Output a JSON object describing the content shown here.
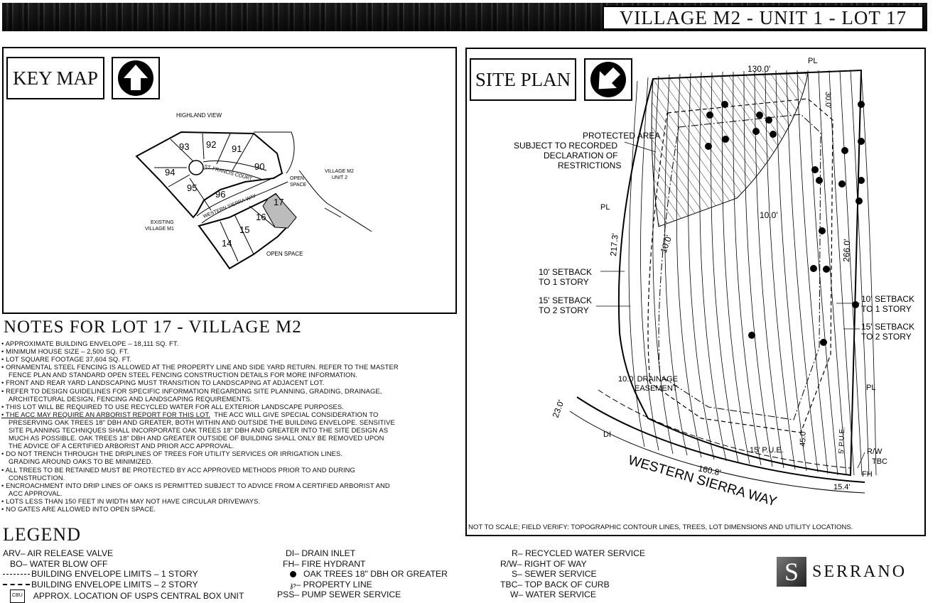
{
  "title": "VILLAGE M2 - UNIT 1 - LOT 17",
  "key_map": {
    "label": "KEY MAP",
    "labels": {
      "highland": "HIGHLAND VIEW",
      "court": "ST. FRANCIS COURT",
      "way": "WESTERN SIERRA WAY",
      "open_space_1": "OPEN",
      "open_space_2": "SPACE",
      "village_m2_1": "VILLAGE M2",
      "village_m2_2": "UNIT 2",
      "existing_1": "EXISTING",
      "existing_2": "VILLAGE M1",
      "open_space_bottom": "OPEN SPACE"
    },
    "lots": [
      "93",
      "92",
      "91",
      "90",
      "94",
      "95",
      "96",
      "17",
      "16",
      "15",
      "14"
    ]
  },
  "site_plan": {
    "label": "SITE PLAN",
    "annotations": {
      "protected_1": "PROTECTED AREA",
      "protected_2": "SUBJECT TO RECORDED",
      "protected_3": "DECLARATION OF",
      "protected_4": "RESTRICTIONS",
      "setback10_l1": "10' SETBACK",
      "setback10_l2": "TO 1 STORY",
      "setback15_l1": "15' SETBACK",
      "setback15_l2": "TO 2 STORY",
      "setback10_r1": "10' SETBACK",
      "setback10_r2": "TO 1 STORY",
      "setback15_r1": "15' SETBACK",
      "setback15_r2": "TO 2 STORY",
      "dim_130": "130.0'",
      "dim_30": "30.0'",
      "dim_217": "217.3'",
      "dim_266": "266.0'",
      "dim_10a": "10.0'",
      "dim_10b": "10.0'",
      "dim_23": "23.0'",
      "dim_160": "160.8'",
      "dim_15": "15.4'",
      "dim_45": "45.0'",
      "pue_15": "15' P.U.E.",
      "pue_5": "5' P.U.E.",
      "drainage_1": "10.0' DRAINAGE",
      "drainage_2": "EASEMENT",
      "pl_1": "PL",
      "pl_2": "PL",
      "pl_3": "PL",
      "di": "DI",
      "rw": "R/W",
      "tbc": "TBC",
      "fh": "FH",
      "street": "WESTERN SIERRA WAY"
    },
    "footnote": "NOT TO SCALE; FIELD VERIFY: TOPOGRAPHIC CONTOUR LINES, TREES, LOT DIMENSIONS AND UTILITY LOCATIONS."
  },
  "notes": {
    "title": "NOTES FOR LOT 17 - VILLAGE M2",
    "lines": [
      "• APPROXIMATE BUILDING ENVELOPE – 18,111 SQ. FT.",
      "• MINIMUM HOUSE SIZE – 2,500 SQ. FT.",
      "• LOT SQUARE FOOTAGE 37,604 SQ. FT.",
      "• ORNAMENTAL STEEL FENCING IS ALLOWED AT THE PROPERTY LINE AND SIDE YARD RETURN.  REFER TO THE MASTER",
      "FENCE PLAN AND STANDARD OPEN STEEL FENCING CONSTRUCTION DETAILS FOR MORE INFORMATION.",
      "• FRONT AND REAR YARD LANDSCAPING MUST TRANSITION TO LANDSCAPING AT ADJACENT LOT.",
      "• REFER TO DESIGN GUIDELINES FOR SPECIFIC INFORMATION REGARDING SITE PLANNING, GRADING, DRAINAGE,",
      "ARCHITECTURAL DESIGN, FENCING AND LANDSCAPING REQUIREMENTS.",
      "• THIS LOT WILL BE REQUIRED TO USE RECYCLED WATER FOR ALL EXTERIOR LANDSCAPE PURPOSES.",
      "• THE ACC MAY REQUIRE AN ARBORIST REPORT FOR THIS LOT.",
      "THE ACC WILL GIVE SPECIAL CONSIDERATION TO",
      "PRESERVING OAK TREES 18\" DBH AND GREATER, BOTH WITHIN AND OUTSIDE THE BUILDING ENVELOPE.  SENSITIVE",
      "SITE PLANNING TECHNIQUES SHALL INCORPORATE OAK TREES 18\" DBH AND GREATER INTO THE SITE DESIGN AS",
      "MUCH AS POSSIBLE.  OAK TREES 18\" DBH AND GREATER OUTSIDE OF BUILDING SHALL ONLY BE REMOVED UPON",
      "THE ADVICE OF A CERTIFIED ARBORIST AND PRIOR ACC APPROVAL.",
      "• DO NOT TRENCH THROUGH THE DRIPLINES OF TREES FOR UTILITY SERVICES OR IRRIGATION LINES.",
      "GRADING AROUND OAKS TO BE MINIMIZED.",
      "• ALL TREES TO BE RETAINED MUST BE PROTECTED BY ACC APPROVED METHODS PRIOR TO AND DURING",
      "CONSTRUCTION.",
      "• ENCROACHMENT INTO DRIP LINES OF OAKS IS PERMITTED SUBJECT TO ADVICE FROM A CERTIFIED ARBORIST AND",
      "ACC APPROVAL.",
      "• LOTS LESS THAN 150 FEET IN WIDTH MAY NOT HAVE CIRCULAR DRIVEWAYS.",
      "• NO GATES ARE ALLOWED INTO OPEN SPACE."
    ]
  },
  "legend": {
    "title": "LEGEND",
    "col1": [
      "ARV– AIR RELEASE VALVE",
      "BO– WATER BLOW OFF",
      "BUILDING ENVELOPE LIMITS – 1 STORY",
      "BUILDING ENVELOPE LIMITS – 2 STORY",
      "APPROX. LOCATION OF USPS CENTRAL BOX UNIT"
    ],
    "csu_label": "CBU",
    "col2": [
      "DI– DRAIN INLET",
      "FH– FIRE HYDRANT",
      "OAK TREES 18\" DBH OR GREATER",
      "℘– PROPERTY LINE",
      "PSS– PUMP SEWER SERVICE"
    ],
    "col3": [
      "R– RECYCLED WATER SERVICE",
      "R/W– RIGHT OF WAY",
      "S– SEWER SERVICE",
      "TBC– TOP BACK OF CURB",
      "W– WATER SERVICE"
    ]
  },
  "brand": {
    "logo_letter": "S",
    "name": "SERRANO"
  }
}
